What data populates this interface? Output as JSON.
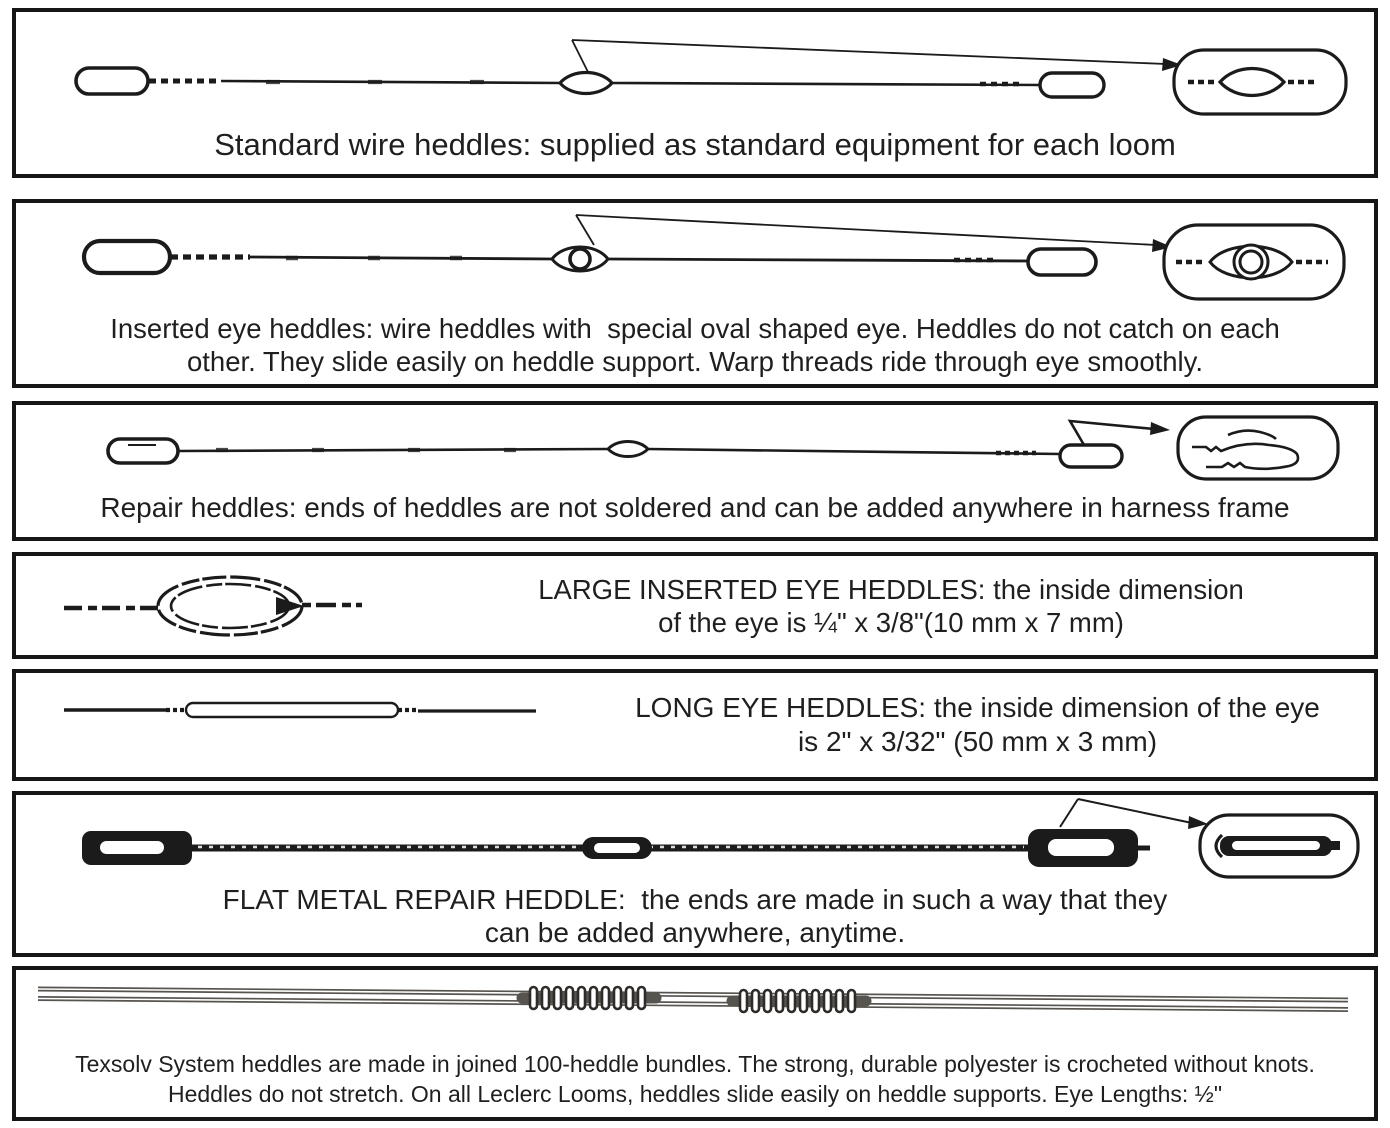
{
  "colors": {
    "ink": "#1f1f1f",
    "border": "#161616",
    "paper": "#ffffff",
    "texsolv_cord": "#57534f"
  },
  "panels": [
    {
      "name": "standard-wire-heddles",
      "lines": [
        "Standard wire heddles: supplied as standard equipment for each loom"
      ]
    },
    {
      "name": "inserted-eye-heddles",
      "lines": [
        "Inserted eye heddles: wire heddles with  special oval shaped eye. Heddles do not catch on each",
        "other. They slide easily on heddle support. Warp threads ride through eye smoothly."
      ]
    },
    {
      "name": "repair-heddles",
      "lines": [
        "Repair heddles: ends of heddles are not soldered and can be added anywhere in harness frame"
      ]
    },
    {
      "name": "large-inserted-eye-heddles",
      "lines": [
        "LARGE INSERTED EYE HEDDLES: the inside dimension",
        "of the eye is ¼\" x 3/8\"(10 mm x 7 mm)"
      ]
    },
    {
      "name": "long-eye-heddles",
      "lines": [
        "LONG EYE HEDDLES: the inside dimension of the eye",
        "is 2\" x 3/32\" (50 mm x 3 mm)"
      ]
    },
    {
      "name": "flat-metal-repair-heddle",
      "lines": [
        "FLAT METAL REPAIR HEDDLE:  the ends are made in such a way that they",
        "can be added anywhere, anytime."
      ]
    },
    {
      "name": "texsolv-system-heddles",
      "lines": [
        "Texsolv System heddles are made in joined 100-heddle bundles. The strong, durable polyester is crocheted without knots.",
        "Heddles do not stretch. On all Leclerc Looms, heddles slide easily on heddle supports. Eye Lengths: ½\""
      ]
    }
  ]
}
